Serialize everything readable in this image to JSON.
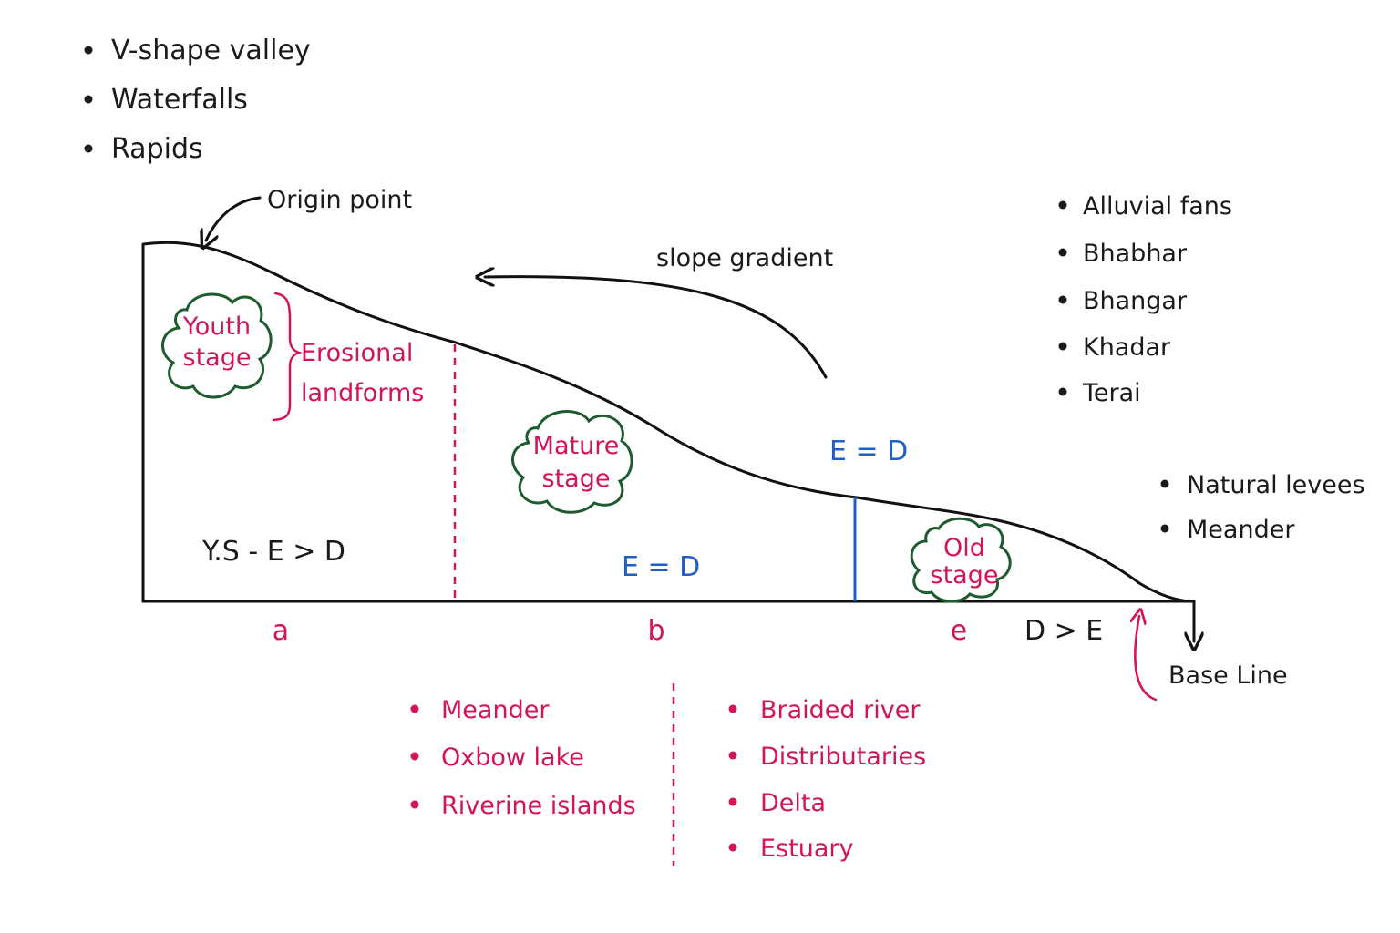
{
  "top_left_list": [
    "V-shape valley",
    "Waterfalls",
    "Rapids"
  ],
  "origin_label": "Origin point",
  "slope_label": "slope gradient",
  "youth": {
    "line1": "Youth",
    "line2": "stage"
  },
  "erosional": {
    "line1": "Erosional",
    "line2": "landforms"
  },
  "mature": {
    "line1": "Mature",
    "line2": "stage"
  },
  "old": {
    "line1": "Old",
    "line2": "stage"
  },
  "ys_eq": "Y.S - E > D",
  "mid_eq": "E = D",
  "top_eq": "E = D",
  "d_gt_e": "D > E",
  "segments": {
    "a": "a",
    "b": "b",
    "e": "e"
  },
  "base_line": "Base Line",
  "right_top_list": [
    "Alluvial fans",
    "Bhabhar",
    "Bhangar",
    "Khadar",
    "Terai"
  ],
  "right_mid_list": [
    "Natural levees",
    "Meander"
  ],
  "bottom_left_list": [
    "Meander",
    "Oxbow lake",
    "Riverine islands"
  ],
  "bottom_right_list": [
    "Braided river",
    "Distributaries",
    "Delta",
    "Estuary"
  ],
  "colors": {
    "ink": "#1a1a1a",
    "red": "#d2145a",
    "blue": "#1f5fc4",
    "green": "#1e5b2e"
  }
}
